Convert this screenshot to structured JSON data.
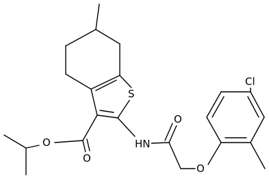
{
  "molecule": {
    "atoms": {
      "sulfur": "S",
      "chlorine": "Cl",
      "amide_nh": "HN",
      "amide_oxygen": "O",
      "ether_oxygen": "O",
      "ester_oxygen_carbonyl": "O",
      "ester_oxygen_alkoxy": "O"
    }
  },
  "colors": {
    "bond": "#000000",
    "background": "#ffffff"
  }
}
